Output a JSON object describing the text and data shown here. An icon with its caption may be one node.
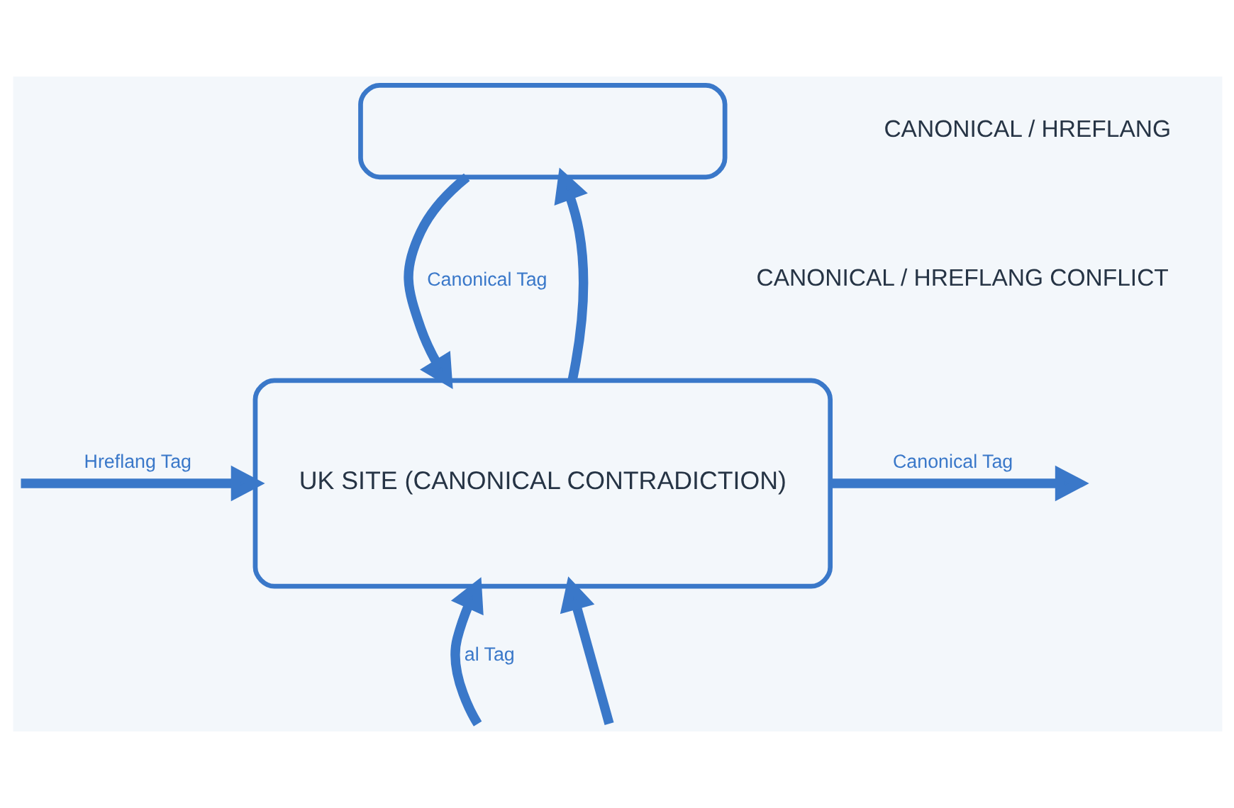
{
  "diagram": {
    "nodes": [
      {
        "text": [],
        "shape": "box"
      },
      {
        "text": [
          "UK SITE (CANONICAL CONTRADICTION)"
        ]
      }
    ],
    "edges": [
      {
        "from": 0,
        "to": 1,
        "arrow": "to",
        "label": "Canonical Tag"
      },
      {
        "from": 1,
        "to": 0,
        "arrow": "to"
      },
      {
        "from": 1,
        "to": null,
        "arrow": "to",
        "label": "Canonical Tag"
      },
      {
        "from": null,
        "to": 1,
        "arrow": "to",
        "label": "Hreflang Tag"
      },
      {
        "from": null,
        "to": 1,
        "arrow": "to",
        "label": "al Tag"
      },
      {
        "from": null,
        "to": 1,
        "arrow": "to"
      }
    ],
    "labels": [
      "CANONICAL / HREFLANG CONFLICT",
      "CANONICAL / HREFLANG"
    ]
  }
}
